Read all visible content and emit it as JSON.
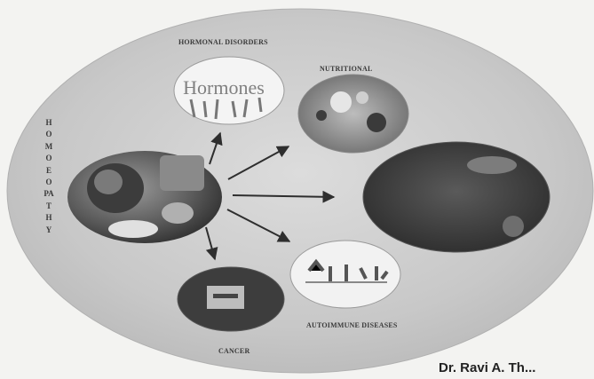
{
  "labels": {
    "vertical_title": "HOMOEOPATHY",
    "hormonal": "HORMONAL DISORDERS",
    "hormone_word": "Hormones",
    "nutrition": "NUTRITIONAL",
    "autoimmune": "AUTOIMMUNE DISEASES",
    "cancer": "CANCER",
    "credit": "Dr. Ravi A. Th..."
  },
  "colors": {
    "background": "#f3f3f1",
    "big_oval": "#cdcdcd",
    "arrow": "#2e2e2e",
    "dark_image": "#3a3a3a"
  }
}
